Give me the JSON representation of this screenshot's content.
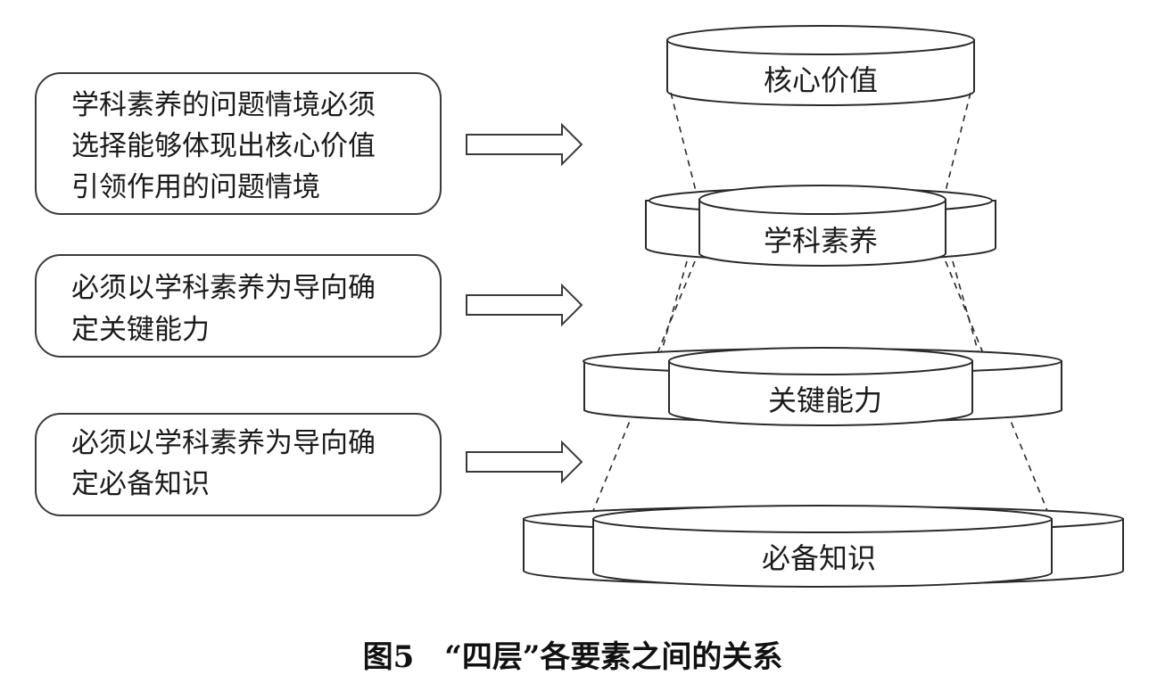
{
  "left_boxes": [
    {
      "lines": [
        "学科素养的问题情境必须",
        "选择能够体现出核心价值",
        "引领作用的问题情境"
      ]
    },
    {
      "lines": [
        "必须以学科素养为导向确",
        "定关键能力"
      ]
    },
    {
      "lines": [
        "必须以学科素养为导向确",
        "定必备知识"
      ]
    }
  ],
  "layers": [
    {
      "label": "核心价值"
    },
    {
      "label": "学科素养"
    },
    {
      "label": "关键能力"
    },
    {
      "label": "必备知识"
    }
  ],
  "caption": "图5　“四层”各要素之间的关系"
}
